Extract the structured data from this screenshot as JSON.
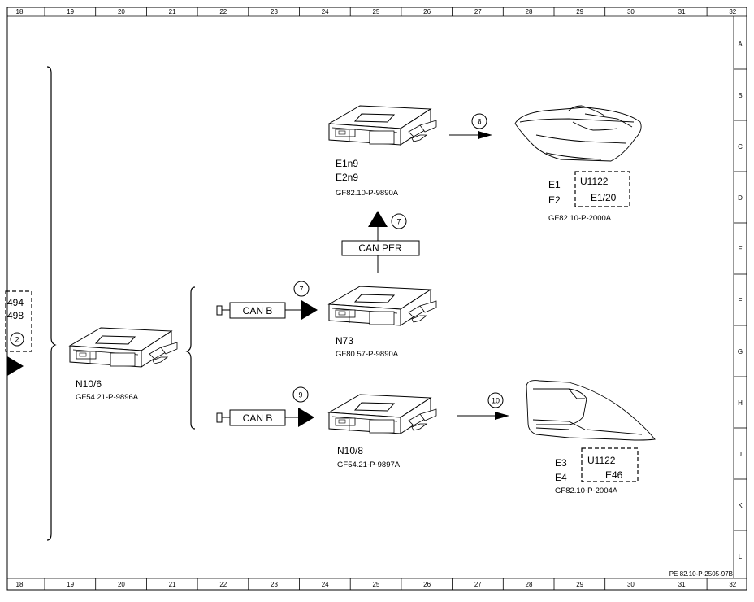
{
  "ruler": {
    "columns": [
      "18",
      "19",
      "20",
      "21",
      "22",
      "23",
      "24",
      "25",
      "26",
      "27",
      "28",
      "29",
      "30",
      "31",
      "32"
    ],
    "rows": [
      "A",
      "B",
      "C",
      "D",
      "E",
      "F",
      "G",
      "H",
      "J",
      "K",
      "L"
    ]
  },
  "document_id": "PE 82.10-P-2505-97B",
  "left_partial": {
    "code1": "494",
    "code2": "498",
    "circle": "2"
  },
  "modules": {
    "n10_6": {
      "name": "N10/6",
      "ref": "GF54.21-P-9896A"
    },
    "n73": {
      "name": "N73",
      "ref": "GF80.57-P-9890A"
    },
    "e1n9": {
      "name1": "E1n9",
      "name2": "E2n9",
      "ref": "GF82.10-P-9890A"
    },
    "n10_8": {
      "name": "N10/8",
      "ref": "GF54.21-P-9897A"
    }
  },
  "buses": {
    "can_b_upper": {
      "label": "CAN B",
      "circle": "7"
    },
    "can_b_lower": {
      "label": "CAN B",
      "circle": "9"
    },
    "can_per": {
      "label": "CAN PER",
      "circle": "7"
    }
  },
  "headlamp": {
    "circle": "8",
    "e1": "E1",
    "e2": "E2",
    "box_code": "U1122",
    "box_sub": "E1/20",
    "ref": "GF82.10-P-2000A"
  },
  "taillamp": {
    "circle": "10",
    "e3": "E3",
    "e4": "E4",
    "box_code": "U1122",
    "box_sub": "E46",
    "ref": "GF82.10-P-2004A"
  }
}
